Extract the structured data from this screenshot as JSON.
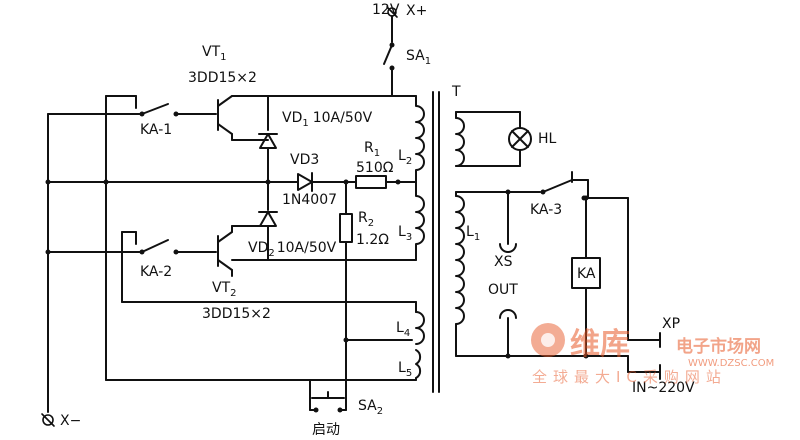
{
  "supply": {
    "voltage": "12V",
    "pos_terminal": "X+",
    "neg_terminal": "X−"
  },
  "switch_sa1": "SA",
  "switch_sa1_sub": "1",
  "transformer": "T",
  "lamp": "HL",
  "transistor_vt1": {
    "name": "VT",
    "sub": "1",
    "type": "3DD15×2"
  },
  "transistor_vt2": {
    "name": "VT",
    "sub": "2",
    "type": "3DD15×2"
  },
  "relay_contacts": {
    "ka1": "KA-1",
    "ka2": "KA-2",
    "ka3": "KA-3"
  },
  "relay_coil": "KA",
  "diode_vd1": {
    "name": "VD",
    "sub": "1",
    "rating": "10A/50V"
  },
  "diode_vd2": {
    "name": "VD",
    "sub": "2",
    "rating": "10A/50V"
  },
  "diode_vd3": {
    "name": "VD3",
    "type": "1N4007"
  },
  "resistor_r1": {
    "name": "R",
    "sub": "1",
    "value": "510Ω"
  },
  "resistor_r2": {
    "name": "R",
    "sub": "2",
    "value": "1.2Ω"
  },
  "windings": {
    "l1": "L",
    "l1_sub": "1",
    "l2": "L",
    "l2_sub": "2",
    "l3": "L",
    "l3_sub": "3",
    "l4": "L",
    "l4_sub": "4",
    "l5": "L",
    "l5_sub": "5"
  },
  "socket": {
    "name": "XS",
    "label": "OUT"
  },
  "plug": {
    "name": "XP",
    "label": "IN~220V"
  },
  "start_switch": {
    "name": "SA",
    "sub": "2",
    "label": "启动"
  },
  "watermark": {
    "brand": "维库",
    "site_cn": "电子市场网",
    "url": "WWW.DZSC.COM",
    "slogan": "全球最大IC采购网站"
  }
}
